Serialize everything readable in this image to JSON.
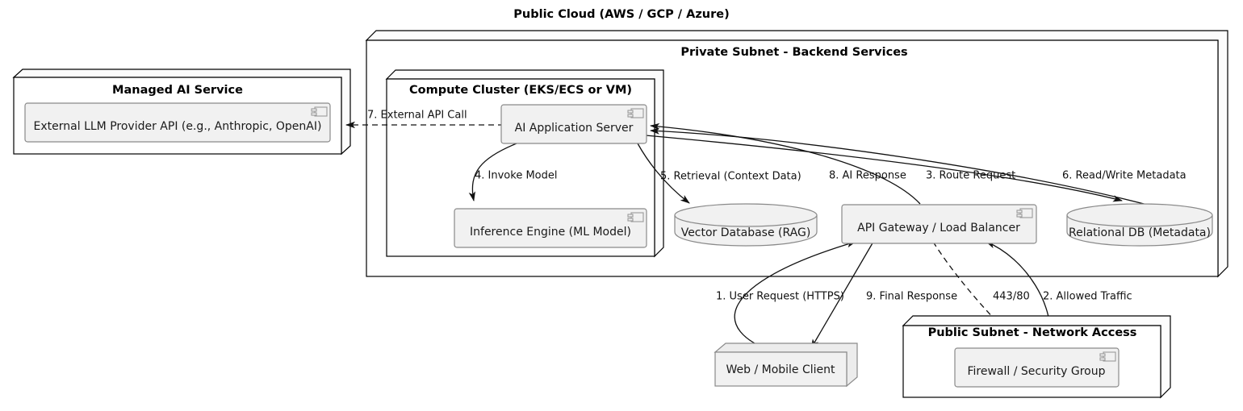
{
  "diagram": {
    "title": "Public Cloud (AWS / GCP / Azure)",
    "type": "uml-deployment-diagram"
  },
  "nodes": {
    "managed_ai_service": {
      "title": "Managed AI Service",
      "component": "External LLM Provider API (e.g., Anthropic, OpenAI)",
      "icon": "component-icon"
    },
    "private_subnet": {
      "title": "Private Subnet - Backend Services"
    },
    "compute_cluster": {
      "title": "Compute Cluster (EKS/ECS or VM)",
      "components": [
        {
          "label": "AI Application Server",
          "icon": "component-icon"
        },
        {
          "label": "Inference Engine (ML Model)",
          "icon": "component-icon"
        }
      ]
    },
    "public_subnet": {
      "title": "Public Subnet - Network Access",
      "component": "Firewall / Security Group",
      "icon": "component-icon"
    },
    "api_gateway": {
      "label": "API Gateway / Load Balancer",
      "icon": "component-icon"
    },
    "vector_db": {
      "label": "Vector Database (RAG)",
      "icon": "database-cylinder"
    },
    "relational_db": {
      "label": "Relational DB (Metadata)",
      "icon": "database-cylinder"
    },
    "web_client": {
      "label": "Web / Mobile Client",
      "icon": "node-box-3d"
    }
  },
  "edges": [
    {
      "id": "e1",
      "label": "1. User Request (HTTPS)",
      "from": "web_client",
      "to": "api_gateway",
      "style": "solid"
    },
    {
      "id": "e2",
      "label": "2. Allowed Traffic",
      "from": "firewall",
      "to": "api_gateway",
      "style": "solid"
    },
    {
      "id": "e3",
      "label": "3. Route Request",
      "from": "api_gateway",
      "to": "ai_application_server",
      "style": "solid"
    },
    {
      "id": "e4",
      "label": "4. Invoke Model",
      "from": "ai_application_server",
      "to": "inference_engine",
      "style": "solid"
    },
    {
      "id": "e5",
      "label": "5. Retrieval (Context Data)",
      "from": "ai_application_server",
      "to": "vector_db",
      "style": "solid"
    },
    {
      "id": "e6",
      "label": "6. Read/Write Metadata",
      "from": "ai_application_server",
      "to": "relational_db",
      "style": "solid"
    },
    {
      "id": "e7",
      "label": "7. External API Call",
      "from": "ai_application_server",
      "to": "external_llm_provider_api",
      "style": "dashed"
    },
    {
      "id": "e8",
      "label": "8. AI Response",
      "from": "ai_application_server",
      "to": "api_gateway",
      "style": "solid"
    },
    {
      "id": "e9",
      "label": "9. Final Response",
      "from": "api_gateway",
      "to": "web_client",
      "style": "solid"
    },
    {
      "id": "e10",
      "label": "443/80",
      "from": "api_gateway",
      "to": "firewall",
      "style": "dashed"
    }
  ],
  "colors": {
    "node_border": "#000000",
    "node_fill": "#ffffff",
    "component_fill": "#f1f1f1",
    "component_border": "#8a8a8a",
    "edge": "#111111",
    "text": "#000000",
    "background": "#ffffff"
  }
}
